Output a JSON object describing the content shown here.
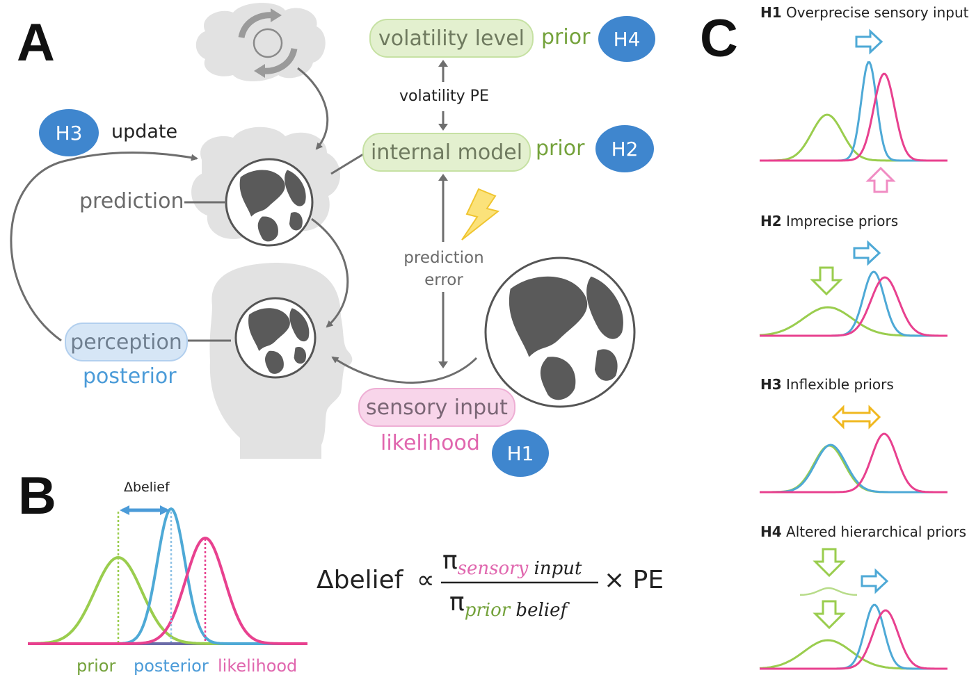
{
  "panels": {
    "a": "A",
    "b": "B",
    "c": "C"
  },
  "panel_a": {
    "volatility_level": "volatility level",
    "volatility_prior": "prior",
    "h4_badge": "H4",
    "volatility_pe": "volatility PE",
    "internal_model": "internal model",
    "internal_prior": "prior",
    "h2_badge": "H2",
    "h3_badge": "H3",
    "update": "update",
    "prediction": "prediction",
    "prediction_error": "prediction error",
    "perception": "perception",
    "posterior": "posterior",
    "sensory_input": "sensory input",
    "likelihood": "likelihood",
    "h1_badge": "H1"
  },
  "panel_b": {
    "delta_label": "Δbelief",
    "legend": {
      "prior": "prior",
      "posterior": "posterior",
      "likelihood": "likelihood"
    },
    "formula": {
      "lhs": "Δbelief",
      "proportional": "∝",
      "pi": "π",
      "num_colored": "sensory",
      "num_rest": " input",
      "den_colored": "prior",
      "den_rest": " belief",
      "times": "× PE"
    }
  },
  "panel_c": {
    "h1": {
      "code": "H1",
      "title": "Overprecise sensory input"
    },
    "h2": {
      "code": "H2",
      "title": "Imprecise priors"
    },
    "h3": {
      "code": "H3",
      "title": "Inflexible priors"
    },
    "h4": {
      "code": "H4",
      "title": "Altered hierarchical priors"
    }
  },
  "colors": {
    "prior": "#9acd4e",
    "posterior": "#4ea9d6",
    "likelihood": "#e8418f",
    "badge": "#3f86ce",
    "bolt": "#f5cc3a",
    "inflexible_arrow": "#f0b820",
    "arrow_gray": "#6e6e6e",
    "silhouette": "#e2e2e2",
    "earth_land": "#5a5a5a"
  },
  "icons": [
    "cycle-icon",
    "earth-icon",
    "lightning-icon",
    "arrow-right-icon",
    "arrow-up-icon",
    "arrow-down-icon",
    "double-arrow-icon"
  ]
}
